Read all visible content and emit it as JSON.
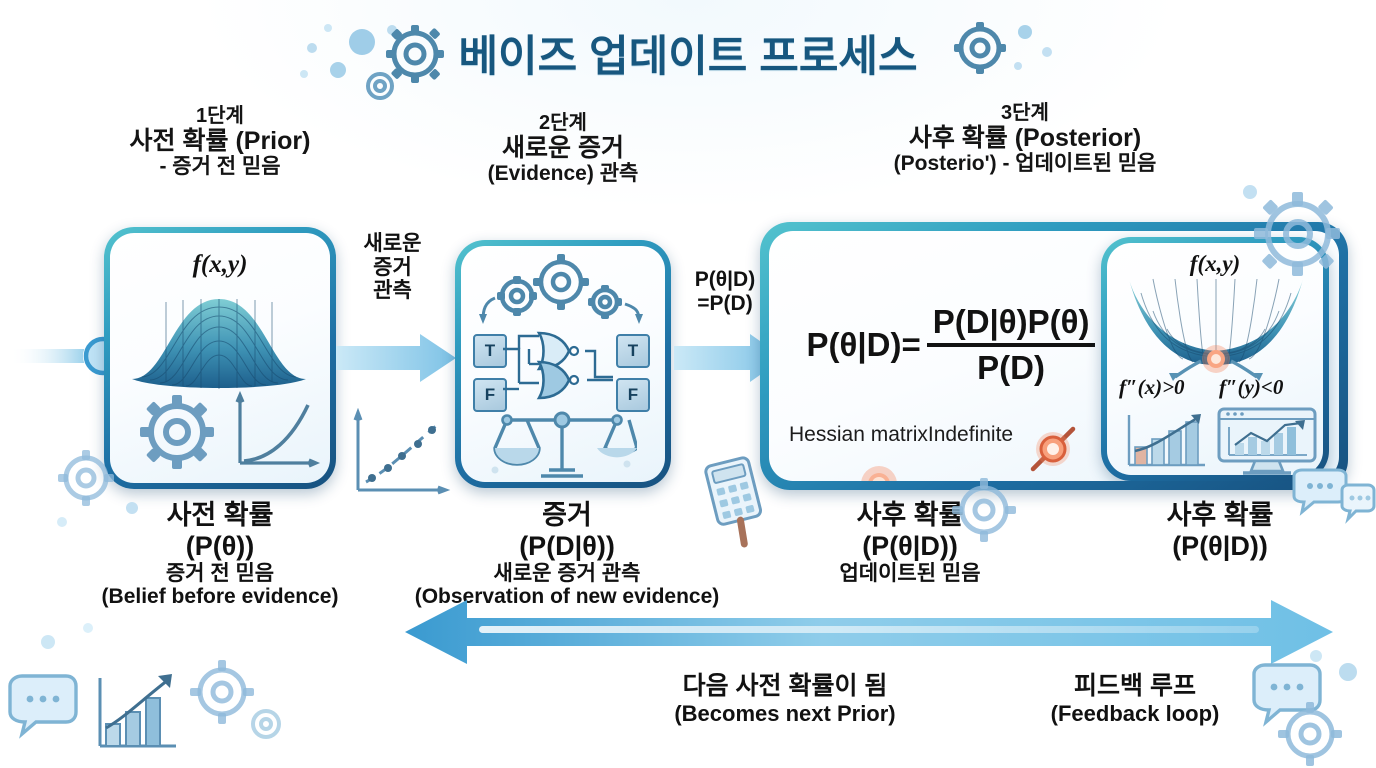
{
  "title": "베이즈 업데이트 프로세스",
  "steps": [
    {
      "head_line1": "1단계",
      "head_line2": "사전 확률 (Prior)",
      "head_line3": "- 증거 전 믿음",
      "panel_math_label": "f(x,y)",
      "caption_ko": "사전 확률",
      "caption_sym": "(P(θ))",
      "caption_sub": "증거 전 믿음",
      "caption_en": "(Belief before evidence)"
    },
    {
      "head_line1": "2단계",
      "head_line2": "새로운 증거",
      "head_line3": "(Evidence) 관측",
      "tf_true": "T",
      "tf_false": "F",
      "caption_ko": "증거",
      "caption_sym": "(P(D|θ))",
      "caption_sub": "새로운 증거 관측",
      "caption_en": "(Observation of new evidence)"
    },
    {
      "head_line1": "3단계",
      "head_line2": "사후 확률 (Posterior)",
      "head_line3": "(Posterio') - 업데이트된 믿음",
      "formula_lhs": "P(θ|D)=",
      "formula_numerator": "P(D|θ)P(θ)",
      "formula_denominator": "P(D)",
      "hessian_note": "Hessian matrixIndefinite",
      "caption_ko": "사후 확률",
      "caption_sym": "(P(θ|D))",
      "caption_sub": "업데이트된 믿음"
    },
    {
      "inset_math_label": "f(x,y)",
      "second_deriv_x": "f″(x)>0",
      "second_deriv_y": "f″(y)<0",
      "caption_ko": "사후 확률",
      "caption_sym": "(P(θ|D))"
    }
  ],
  "arrows": {
    "arrow1_line1": "새로운",
    "arrow1_line2": "증거",
    "arrow1_line3": "관측",
    "arrow2_line1": "P(θ|D)",
    "arrow2_line2": "=P(D)"
  },
  "feedback": {
    "next_prior_ko": "다음 사전 확률이 됨",
    "next_prior_en": "(Becomes next Prior)",
    "loop_ko": "피드백 루프",
    "loop_en": "(Feedback loop)"
  },
  "colors": {
    "title_blue": "#17577f",
    "panel_border_teal": "#53c3ce",
    "panel_border_blue": "#17517f",
    "arrow_blue": "#3a9ad0",
    "accent_red": "#e8663c",
    "icon_blue": "#6d9dc0"
  }
}
